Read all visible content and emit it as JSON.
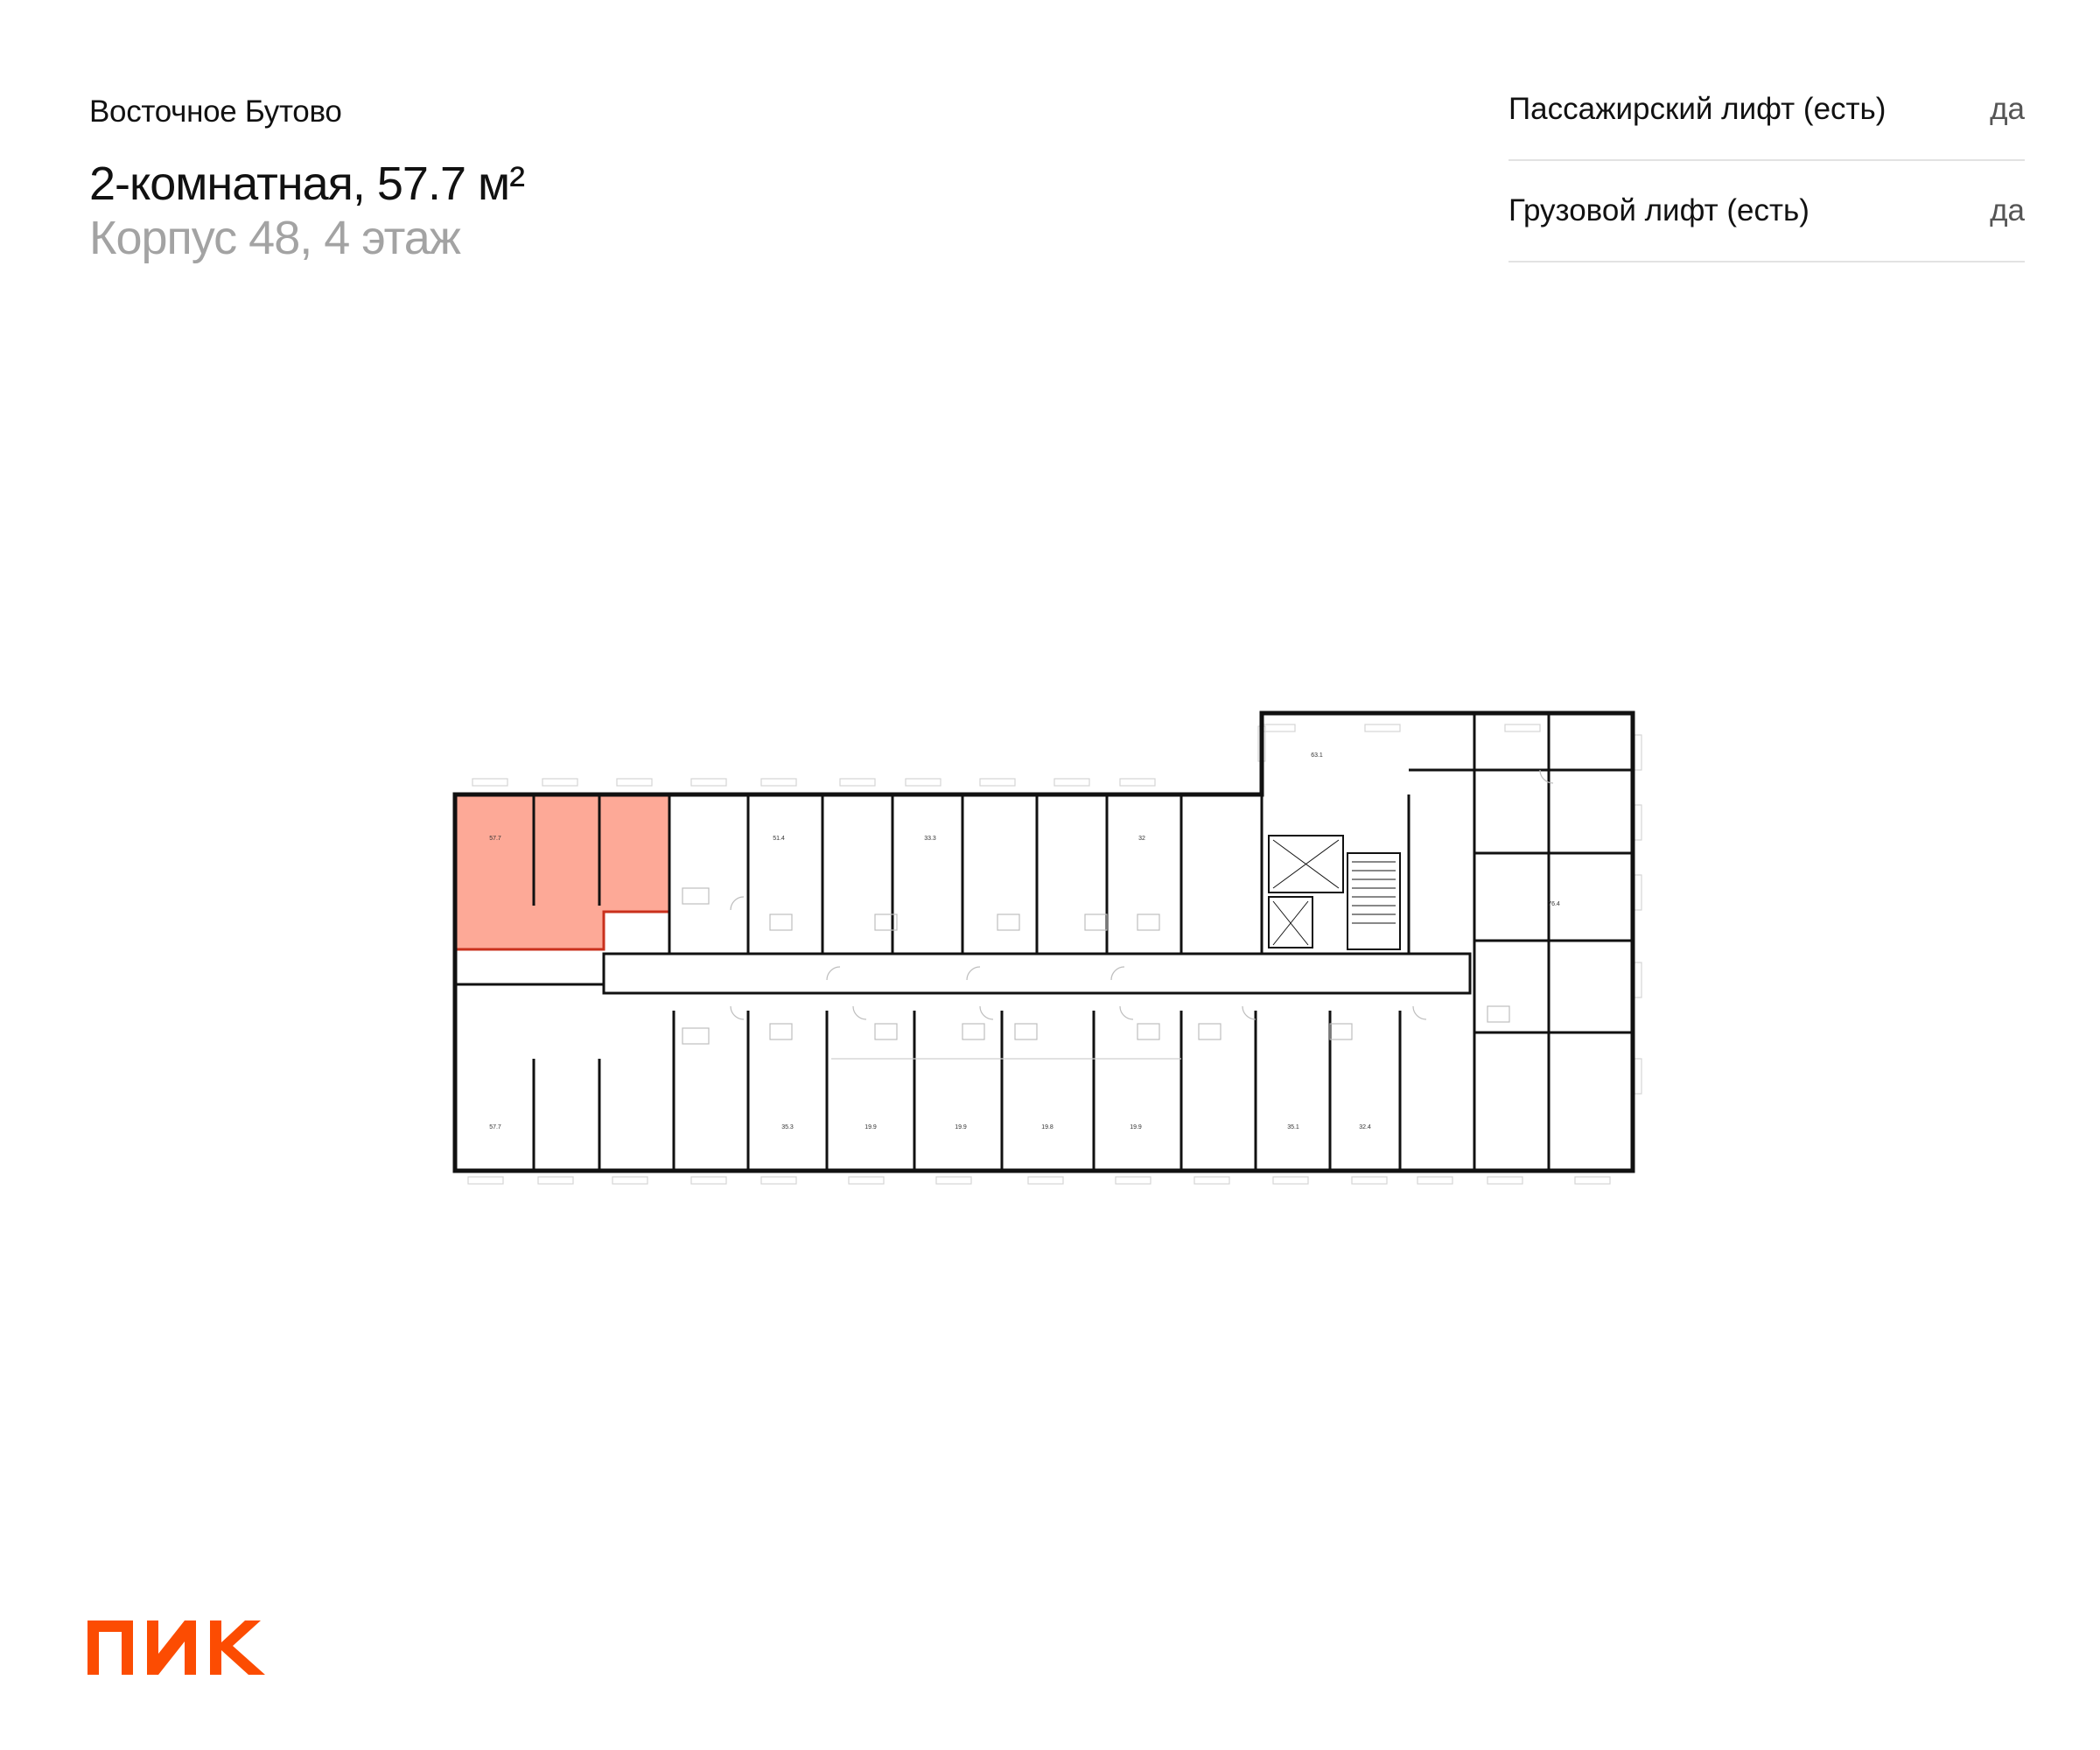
{
  "header": {
    "district": "Восточное Бутово",
    "apartment": "2-комнатная, 57.7 м²",
    "building": "Корпус 48, 4 этаж"
  },
  "features": [
    {
      "label": "Пассажирский лифт (есть)",
      "value": "да"
    },
    {
      "label": "Грузовой лифт (есть)",
      "value": "да"
    }
  ],
  "plan": {
    "highlight_color": "#fda997",
    "highlight_border": "#c9301c",
    "units": {
      "top_1": "57.7",
      "top_2": "51.4",
      "top_3": "33.3",
      "top_4": "32",
      "north_1": "63.1",
      "east_1": "76.4",
      "bot_1": "57.7",
      "bot_2": "35.3",
      "bot_3": "19.9",
      "bot_4": "19.9",
      "bot_5": "19.8",
      "bot_6": "19.9",
      "bot_7": "35.1",
      "bot_8": "32.4"
    }
  },
  "brand": {
    "logo_text": "ПИК",
    "color": "#fc4c02"
  }
}
